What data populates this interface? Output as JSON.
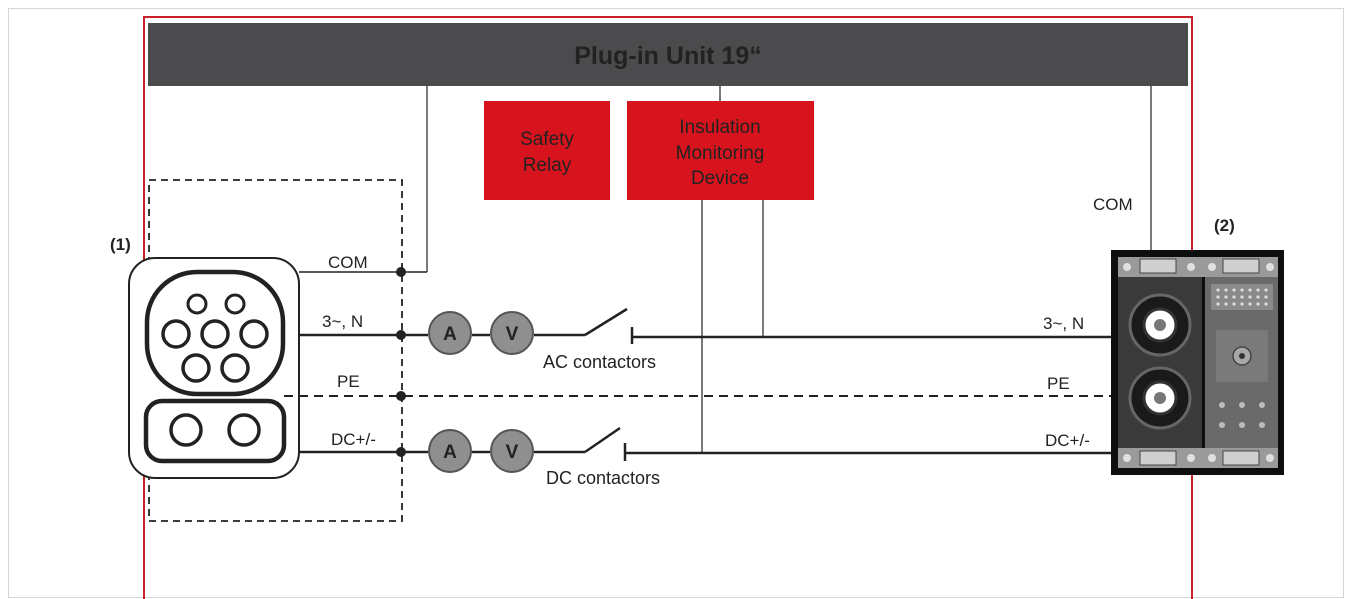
{
  "header": {
    "title": "Plug-in Unit 19“"
  },
  "boxes": {
    "safety_relay": {
      "line1": "Safety",
      "line2": "Relay"
    },
    "imd": {
      "line1": "Insulation",
      "line2": "Monitoring",
      "line3": "Device"
    }
  },
  "callouts": {
    "left": "(1)",
    "right": "(2)"
  },
  "lines": {
    "com_left": "COM",
    "com_right": "COM",
    "ac_left": "3~, N",
    "ac_right": "3~, N",
    "pe_left": "PE",
    "pe_right": "PE",
    "dc_left": "DC+/-",
    "dc_right": "DC+/-"
  },
  "meters": {
    "ammeter": "A",
    "voltmeter": "V"
  },
  "contactors": {
    "ac": "AC contactors",
    "dc": "DC contactors"
  },
  "colors": {
    "header_bg": "#4b4b4d",
    "accent_red": "#d7141d",
    "frame_red": "#c8202a",
    "meter_gray": "#8f8f8f"
  }
}
